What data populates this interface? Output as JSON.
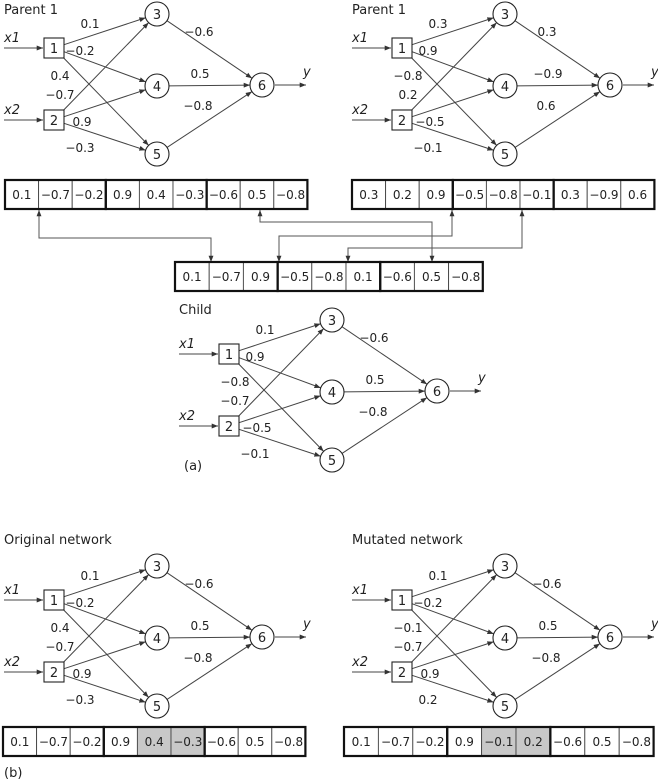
{
  "networks": [
    {
      "id": "parent1a",
      "title": "Parent 1",
      "weights": [
        "0.1",
        "-0.2",
        "0.4",
        "-0.7",
        "0.9",
        "-0.3",
        "-0.6",
        "0.5",
        "-0.8"
      ]
    },
    {
      "id": "parent1b",
      "title": "Parent 1",
      "weights": [
        "0.3",
        "0.9",
        "-0.8",
        "0.2",
        "-0.5",
        "-0.1",
        "0.3",
        "-0.9",
        "0.6"
      ]
    },
    {
      "id": "child",
      "title": "Child",
      "weights": [
        "0.1",
        "0.9",
        "-0.8",
        "-0.7",
        "-0.5",
        "-0.1",
        "-0.6",
        "0.5",
        "-0.8"
      ]
    },
    {
      "id": "original",
      "title": "Original network",
      "weights": [
        "0.1",
        "-0.2",
        "0.4",
        "-0.7",
        "0.9",
        "-0.3",
        "-0.6",
        "0.5",
        "-0.8"
      ]
    },
    {
      "id": "mutated",
      "title": "Mutated network",
      "weights": [
        "0.1",
        "-0.2",
        "-0.1",
        "-0.7",
        "0.9",
        "0.2",
        "-0.6",
        "0.5",
        "-0.8"
      ]
    }
  ],
  "node_labels": {
    "in1": "1",
    "in2": "2",
    "h3": "3",
    "h4": "4",
    "h5": "5",
    "out": "6",
    "x1": "x1",
    "x2": "x2",
    "y": "y"
  },
  "chromosomes": [
    {
      "id": "parent1a",
      "cells": [
        "0.1",
        "-0.7",
        "-0.2",
        "0.9",
        "0.4",
        "-0.3",
        "-0.6",
        "0.5",
        "-0.8"
      ],
      "highlight": []
    },
    {
      "id": "parent1b",
      "cells": [
        "0.3",
        "0.2",
        "0.9",
        "-0.5",
        "-0.8",
        "-0.1",
        "0.3",
        "-0.9",
        "0.6"
      ],
      "highlight": []
    },
    {
      "id": "child",
      "cells": [
        "0.1",
        "-0.7",
        "0.9",
        "-0.5",
        "-0.8",
        "0.1",
        "-0.6",
        "0.5",
        "-0.8"
      ],
      "highlight": []
    },
    {
      "id": "original",
      "cells": [
        "0.1",
        "-0.7",
        "-0.2",
        "0.9",
        "0.4",
        "-0.3",
        "-0.6",
        "0.5",
        "-0.8"
      ],
      "highlight": [
        4,
        5
      ]
    },
    {
      "id": "mutated",
      "cells": [
        "0.1",
        "-0.7",
        "-0.2",
        "0.9",
        "-0.1",
        "0.2",
        "-0.6",
        "0.5",
        "-0.8"
      ],
      "highlight": [
        4,
        5
      ]
    }
  ],
  "captions": {
    "a": "(a)",
    "b": "(b)"
  }
}
